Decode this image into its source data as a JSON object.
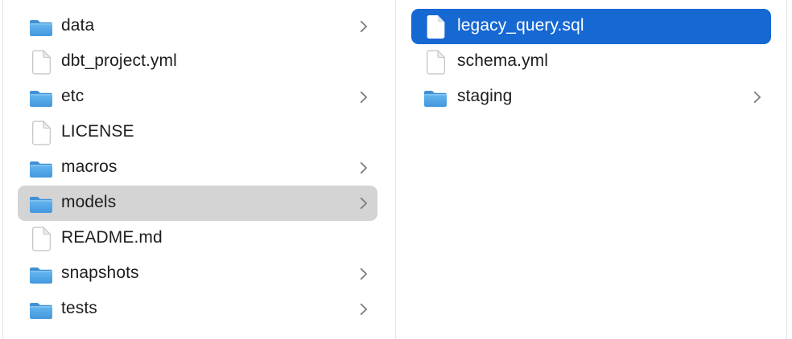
{
  "app": "finder-column-view",
  "colors": {
    "selection-active": "#1668d3",
    "selection-inactive": "#d4d4d4",
    "text-primary": "#1d1d1f",
    "text-selected": "#ffffff",
    "chevron": "#7d7d82",
    "divider": "#e2e2e2",
    "background": "#ffffff",
    "folder-blue-light": "#66b7ef",
    "folder-blue-dark": "#4297de",
    "folder-tab-blue": "#3f90d6",
    "file-border": "#c7c7c7",
    "file-fold": "#ececec"
  },
  "icons": {
    "folder": "folder-icon",
    "file": "document-icon",
    "chevron": "chevron-right-icon"
  },
  "finder": {
    "columns": [
      {
        "name": "project-root-column",
        "items": [
          {
            "label": "data",
            "type": "folder",
            "has_chevron": true,
            "selected": "none"
          },
          {
            "label": "dbt_project.yml",
            "type": "file",
            "has_chevron": false,
            "selected": "none"
          },
          {
            "label": "etc",
            "type": "folder",
            "has_chevron": true,
            "selected": "none"
          },
          {
            "label": "LICENSE",
            "type": "file",
            "has_chevron": false,
            "selected": "none"
          },
          {
            "label": "macros",
            "type": "folder",
            "has_chevron": true,
            "selected": "none"
          },
          {
            "label": "models",
            "type": "folder",
            "has_chevron": true,
            "selected": "inactive"
          },
          {
            "label": "README.md",
            "type": "file",
            "has_chevron": false,
            "selected": "none"
          },
          {
            "label": "snapshots",
            "type": "folder",
            "has_chevron": true,
            "selected": "none"
          },
          {
            "label": "tests",
            "type": "folder",
            "has_chevron": true,
            "selected": "none"
          }
        ]
      },
      {
        "name": "models-folder-column",
        "items": [
          {
            "label": "legacy_query.sql",
            "type": "file",
            "has_chevron": false,
            "selected": "active"
          },
          {
            "label": "schema.yml",
            "type": "file",
            "has_chevron": false,
            "selected": "none"
          },
          {
            "label": "staging",
            "type": "folder",
            "has_chevron": true,
            "selected": "none"
          }
        ]
      }
    ]
  }
}
